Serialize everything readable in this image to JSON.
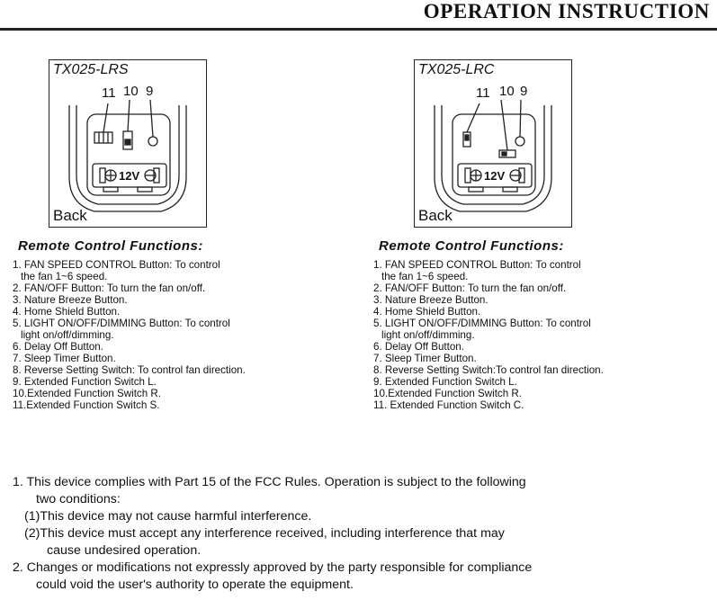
{
  "header": {
    "title": "OPERATION INSTRUCTION"
  },
  "left": {
    "model": "TX025-LRS",
    "back_label": "Back",
    "num_11": "11",
    "num_10": "10",
    "num_9": "9",
    "battery_label": "12V",
    "functions_title": "Remote Control Functions:",
    "items": [
      {
        "text": "1. FAN SPEED CONTROL Button: To control",
        "cont": "the fan 1~6 speed."
      },
      {
        "text": "2. FAN/OFF Button: To turn the fan on/off.",
        "cont": ""
      },
      {
        "text": "3. Nature Breeze Button.",
        "cont": ""
      },
      {
        "text": "4. Home Shield Button.",
        "cont": ""
      },
      {
        "text": "5. LIGHT ON/OFF/DIMMING Button: To control",
        "cont": "light on/off/dimming."
      },
      {
        "text": "6. Delay Off Button.",
        "cont": ""
      },
      {
        "text": "7. Sleep Timer Button.",
        "cont": ""
      },
      {
        "text": "8. Reverse Setting Switch: To control fan direction.",
        "cont": ""
      },
      {
        "text": "9. Extended Function Switch L.",
        "cont": ""
      },
      {
        "text": "10.Extended Function Switch R.",
        "cont": ""
      },
      {
        "text": "11.Extended Function Switch S.",
        "cont": ""
      }
    ]
  },
  "right": {
    "model": "TX025-LRC",
    "back_label": "Back",
    "num_11": "11",
    "num_10": "10",
    "num_9": "9",
    "battery_label": "12V",
    "functions_title": "Remote Control Functions:",
    "items": [
      {
        "text": "1. FAN SPEED CONTROL Button: To control",
        "cont": "the fan 1~6 speed."
      },
      {
        "text": "2. FAN/OFF Button: To turn the fan on/off.",
        "cont": ""
      },
      {
        "text": "3. Nature Breeze Button.",
        "cont": ""
      },
      {
        "text": "4. Home Shield Button.",
        "cont": ""
      },
      {
        "text": "5. LIGHT ON/OFF/DIMMING Button: To control",
        "cont": "light on/off/dimming."
      },
      {
        "text": "6. Delay Off Button.",
        "cont": ""
      },
      {
        "text": "7. Sleep Timer Button.",
        "cont": ""
      },
      {
        "text": "8. Reverse Setting Switch:To control fan direction.",
        "cont": ""
      },
      {
        "text": "9. Extended Function Switch L.",
        "cont": ""
      },
      {
        "text": "10.Extended Function Switch R.",
        "cont": ""
      },
      {
        "text": "11. Extended Function Switch C.",
        "cont": ""
      }
    ]
  },
  "notes": {
    "n1": "1. This device complies with Part 15 of the FCC Rules. Operation is subject to the following",
    "n1_cont": "two conditions:",
    "c1": "(1)This device may not cause harmful interference.",
    "c2": "(2)This device must accept any interference received, including interference that may",
    "c2_cont": "cause undesired operation.",
    "n2": "2. Changes or modifications not expressly approved by the party responsible for compliance",
    "n2_cont": "could void the user's authority to operate the equipment."
  }
}
